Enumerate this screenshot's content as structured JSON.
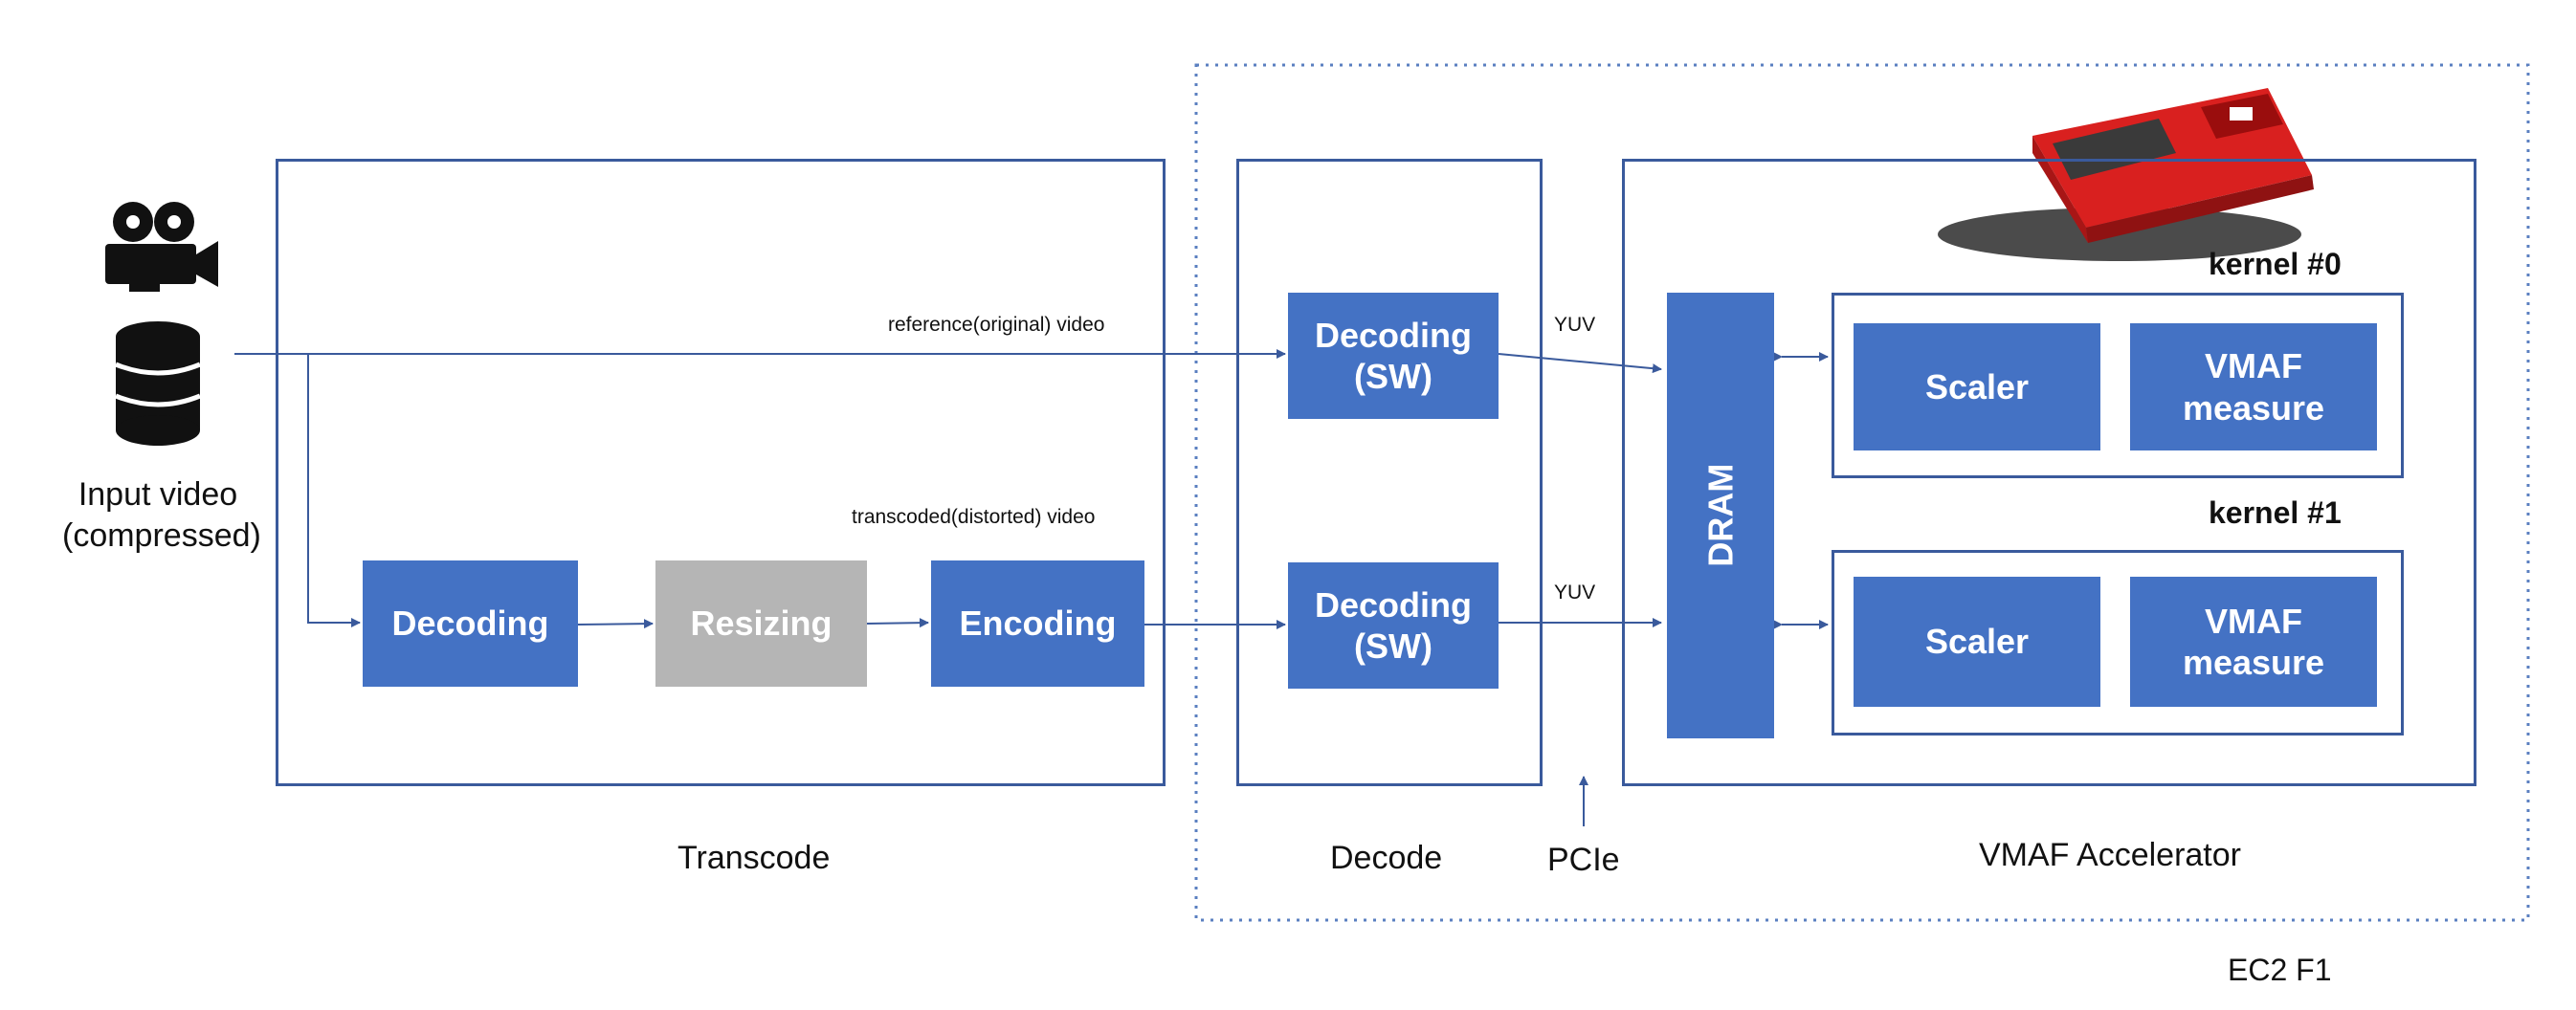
{
  "colors": {
    "block": "#4472c4",
    "block_disabled": "#b5b5b5",
    "border": "#3a5a9c",
    "fpga_card": "#d9201f"
  },
  "input": {
    "label": "Input video\n(compressed)",
    "icons": [
      "video-camera-icon",
      "database-icon"
    ]
  },
  "streams": {
    "reference": "reference(original) video",
    "transcoded": "transcoded(distorted) video"
  },
  "transcode": {
    "title": "Transcode",
    "decoding": "Decoding",
    "resizing": "Resizing",
    "encoding": "Encoding"
  },
  "decode": {
    "title": "Decode",
    "decoder_top": "Decoding\n(SW)",
    "decoder_bottom": "Decoding\n(SW)"
  },
  "yuv_labels": [
    "YUV",
    "YUV"
  ],
  "pcie": "PCIe",
  "accelerator": {
    "title": "VMAF Accelerator",
    "dram": "DRAM",
    "kernels": [
      {
        "label": "kernel #0",
        "scaler": "Scaler",
        "measure": "VMAF\nmeasure"
      },
      {
        "label": "kernel #1",
        "scaler": "Scaler",
        "measure": "VMAF\nmeasure"
      }
    ]
  },
  "ec2": "EC2 F1"
}
